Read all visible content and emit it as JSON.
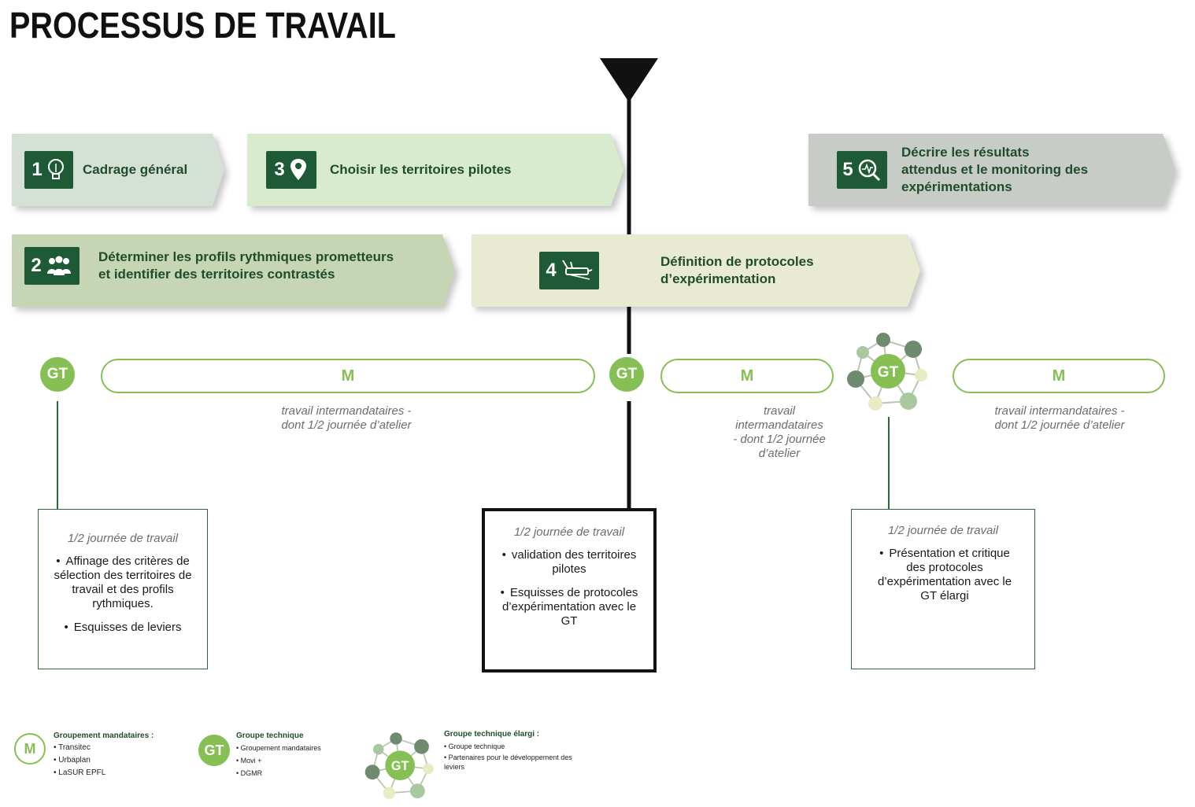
{
  "title": "PROCESSUS DE TRAVAIL",
  "colors": {
    "dark_green": "#1e5a36",
    "accent_green": "#86bf53",
    "step1_bg": "#d5e0d7",
    "step2_bg": "#c6d6b4",
    "step3_bg": "#d9ebcd",
    "step4_bg": "#e8ebd1",
    "step5_bg": "#c7cdc6"
  },
  "steps": [
    {
      "number": "1",
      "icon": "lightbulb-icon",
      "label": "Cadrage général"
    },
    {
      "number": "2",
      "icon": "group-icon",
      "label_lines": [
        "Déterminer les profils rythmiques prometteurs",
        "et identifier des territoires contrastés"
      ]
    },
    {
      "number": "3",
      "icon": "map-pin-icon",
      "label": "Choisir les territoires pilotes"
    },
    {
      "number": "4",
      "icon": "protocol-tool-icon",
      "label_lines": [
        "Définition de protocoles",
        "d’expérimentation"
      ]
    },
    {
      "number": "5",
      "icon": "monitoring-magnifier-icon",
      "label_lines": [
        "Décrire les résultats",
        "attendus et le monitoring des",
        "expérimentations"
      ]
    }
  ],
  "timeline": {
    "gt_label": "GT",
    "m_label": "M",
    "notes": {
      "note1": [
        "travail intermandataires -",
        "dont 1/2 journée d’atelier"
      ],
      "note2": [
        "travail",
        "intermandataires",
        "- dont 1/2 journée",
        "d’atelier"
      ],
      "note3": [
        "travail intermandataires -",
        "dont 1/2 journée d’atelier"
      ]
    }
  },
  "boxes": [
    {
      "heading": "1/2 journée de travail",
      "items": [
        "Affinage des critères de sélection des territoires de travail et des profils rythmiques.",
        "Esquisses de leviers"
      ]
    },
    {
      "heading": "1/2 journée de travail",
      "items": [
        "validation des territoires pilotes",
        "Esquisses de protocoles d’expérimentation avec le GT"
      ]
    },
    {
      "heading": "1/2 journée de travail",
      "items": [
        "Présentation et critique des protocoles d’expérimentation avec le GT élargi"
      ]
    }
  ],
  "legend": {
    "m": {
      "symbol": "M",
      "title": "Groupement mandataires :",
      "items": [
        "Transitec",
        "Urbaplan",
        "LaSUR EPFL"
      ]
    },
    "gt": {
      "symbol": "GT",
      "title": "Groupe technique",
      "items": [
        "Groupement mandataires",
        "Movi +",
        "DGMR"
      ]
    },
    "gt_extended": {
      "symbol": "GT",
      "title": "Groupe technique élargi :",
      "items": [
        "Groupe technique",
        "Partenaires pour le développement des leviers"
      ]
    }
  }
}
